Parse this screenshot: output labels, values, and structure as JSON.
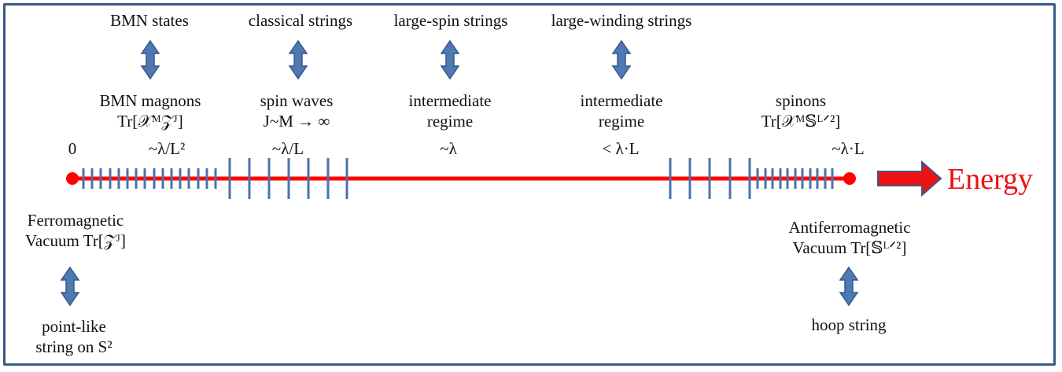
{
  "top_labels": [
    {
      "id": "bmn-states",
      "text": "BMN states"
    },
    {
      "id": "classical-strings",
      "text": "classical strings"
    },
    {
      "id": "large-spin-strings",
      "text": "large-spin strings"
    },
    {
      "id": "large-winding-strings",
      "text": "large-winding strings"
    }
  ],
  "mid_labels": {
    "bmn_magnons": {
      "line1": "BMN magnons",
      "line2": "Tr[𝒳ᴹ𝒵ᴶ]",
      "scale": "~λ/L²"
    },
    "spin_waves": {
      "line1": "spin waves",
      "line2": "J~M → ∞",
      "scale": "~λ/L"
    },
    "intermediate_1": {
      "line1": "intermediate",
      "line2": "regime",
      "scale": "~λ"
    },
    "intermediate_2": {
      "line1": "intermediate",
      "line2": "regime",
      "scale": "< λ·L"
    },
    "spinons": {
      "line1": "spinons",
      "line2": "Tr[𝒳ᴹ𝕊ᴸᐟ²]",
      "scale": "~λ·L"
    }
  },
  "axis": {
    "origin_label": "0",
    "energy_label": "Energy"
  },
  "bottom_left": {
    "line1": "Ferromagnetic",
    "line2": "Vacuum Tr[𝒵ᴶ]",
    "dual1": "point-like",
    "dual2": "string on S²"
  },
  "bottom_right": {
    "line1": "Antiferromagnetic",
    "line2": "Vacuum Tr[𝕊ᴸᐟ²]",
    "dual1": "hoop string"
  },
  "colors": {
    "axis": "#ff0000",
    "ticks": "#4a72aa",
    "arrow_fill": "#4f79b2",
    "arrow_stroke": "#35598c",
    "energy": "#ee1111",
    "frame": "#3a5a86"
  }
}
